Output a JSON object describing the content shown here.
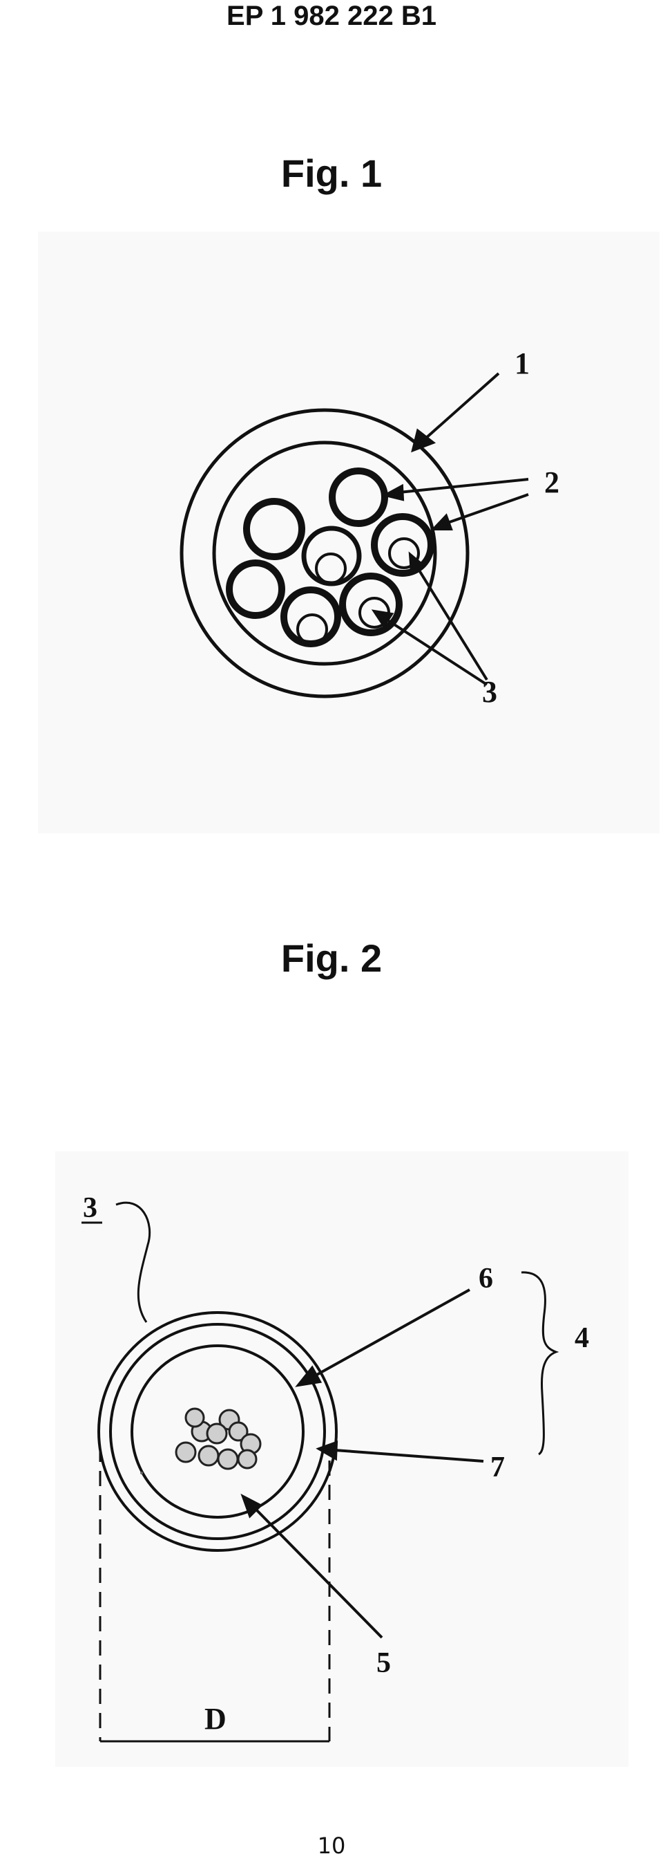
{
  "document": {
    "header": "EP 1 982 222 B1",
    "page_number": "10"
  },
  "figures": [
    {
      "title": "Fig. 1",
      "labels": [
        "1",
        "2",
        "3"
      ]
    },
    {
      "title": "Fig. 2",
      "labels": [
        "3",
        "6",
        "4",
        "7",
        "5",
        "D"
      ]
    }
  ]
}
